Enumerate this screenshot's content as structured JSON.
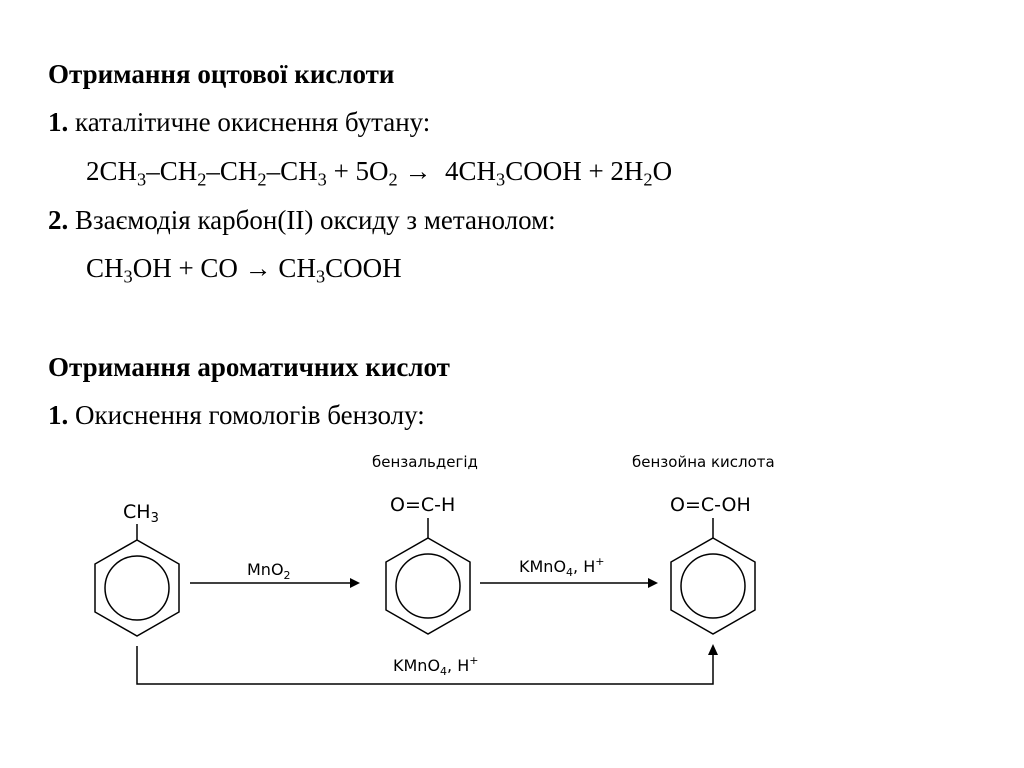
{
  "section1": {
    "heading": "Отримання оцтової кислоти",
    "item1_num": "1.",
    "item1_text": "каталітичне окиснення бутану:",
    "item2_num": "2.",
    "item2_text": "Взаємодія карбон(ІІ)  оксиду з метанолом:"
  },
  "section2": {
    "heading": "Отримання ароматичних кислот",
    "item1_num": "1.",
    "item1_text": "Окиснення гомологів бензолу:"
  },
  "scheme": {
    "label_benzaldehyde": "бензальдегід",
    "label_benzoic_acid": "бензойна кислота",
    "toluene_group": "CH3",
    "aldehyde_group": "O=C-H",
    "acid_group": "O=C-OH",
    "reagent1": "MnO2",
    "reagent2": "KMnO4, H+",
    "reagent3": "KMnO4, H+"
  }
}
